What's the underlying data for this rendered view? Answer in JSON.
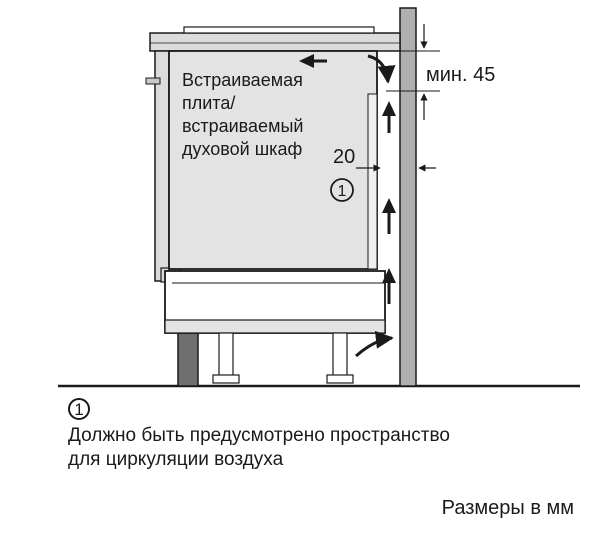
{
  "diagram": {
    "appliance_label": [
      "Встраиваемая",
      "плита/",
      "встраиваемый",
      "духовой шкаф"
    ],
    "dim_top": "мин. 45",
    "dim_gap": "20",
    "marker": "1"
  },
  "legend": {
    "marker": "1",
    "line1": "Должно быть предусмотрено пространство",
    "line2": "для циркуляции воздуха"
  },
  "units_note": "Размеры в мм",
  "colors": {
    "panel": "#e3e3e3",
    "wall": "#b0b0b0",
    "post": "#6e6e6e",
    "line": "#1a1a1a"
  }
}
